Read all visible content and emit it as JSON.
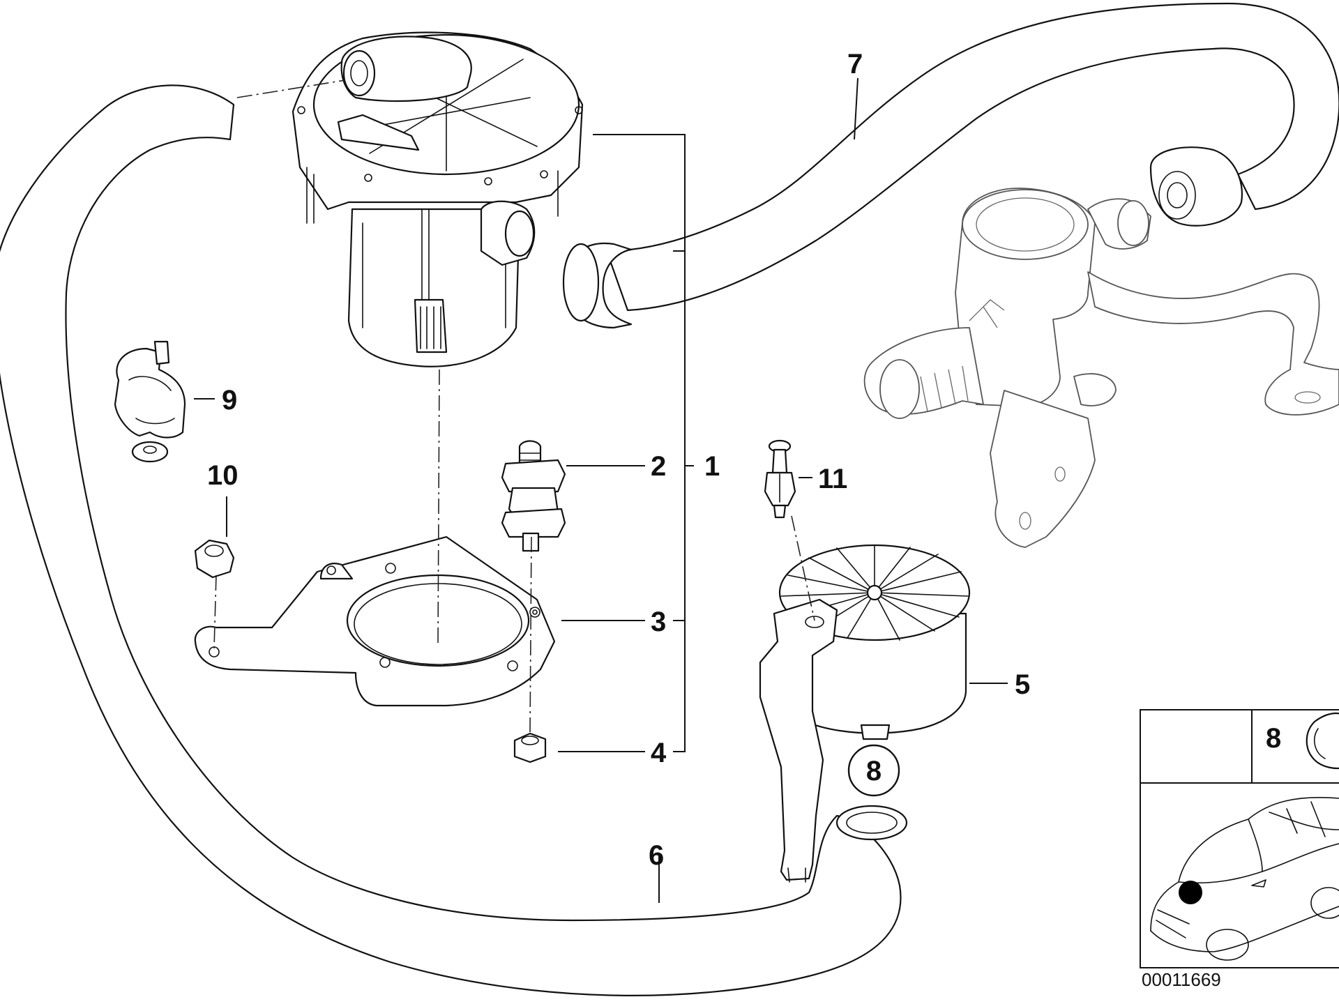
{
  "diagram": {
    "callouts": {
      "c1": "1",
      "c2": "2",
      "c3": "3",
      "c4": "4",
      "c5": "5",
      "c6": "6",
      "c7": "7",
      "c8": "8",
      "c9": "9",
      "c10": "10",
      "c11": "11"
    },
    "inset": {
      "callout": "8",
      "image_number": "00011669"
    }
  }
}
